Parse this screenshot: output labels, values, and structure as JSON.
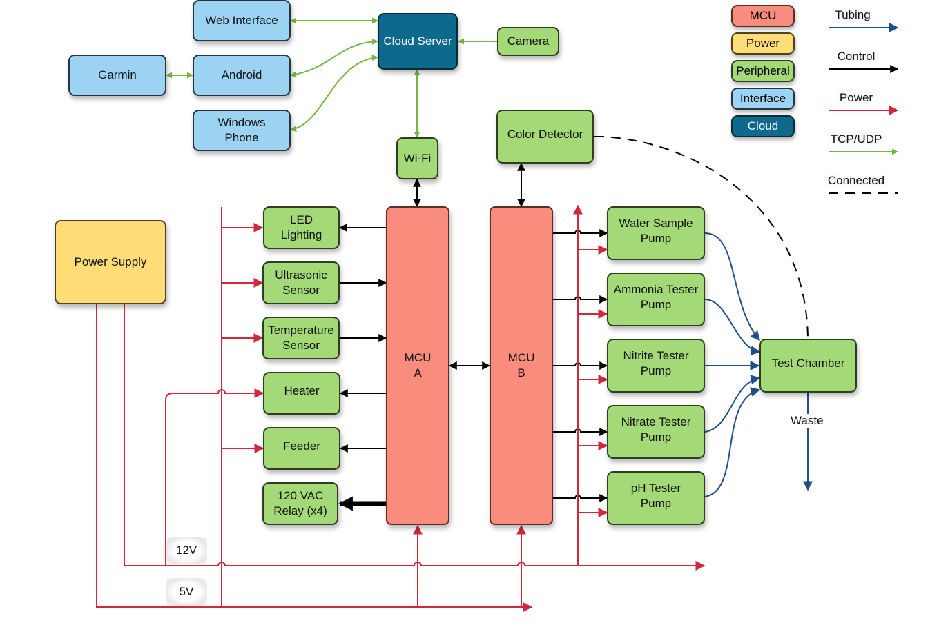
{
  "diagram": {
    "interfaces": {
      "web_interface": "Web Interface",
      "garmin": "Garmin",
      "android": "Android",
      "windows_phone": "Windows\nPhone"
    },
    "cloud": {
      "cloud_server": "Cloud Server"
    },
    "peripherals": {
      "camera": "Camera",
      "wifi": "Wi-Fi",
      "color_detector": "Color Detector",
      "led_lighting": "LED\nLighting",
      "ultrasonic_sensor": "Ultrasonic\nSensor",
      "temperature_sensor": "Temperature\nSensor",
      "heater": "Heater",
      "feeder": "Feeder",
      "relay": "120 VAC\nRelay (x4)",
      "water_sample_pump": "Water Sample\nPump",
      "ammonia_tester_pump": "Ammonia Tester\nPump",
      "nitrite_tester_pump": "Nitrite Tester\nPump",
      "nitrate_tester_pump": "Nitrate Tester\nPump",
      "ph_tester_pump": "pH Tester\nPump",
      "test_chamber": "Test Chamber"
    },
    "mcus": {
      "mcu_a": "MCU\nA",
      "mcu_b": "MCU\nB"
    },
    "power": {
      "power_supply": "Power Supply",
      "rail_12v": "12V",
      "rail_5v": "5V"
    },
    "labels": {
      "waste": "Waste"
    }
  },
  "legend": {
    "node_types": [
      {
        "label": "MCU",
        "color": "#fa8c7d"
      },
      {
        "label": "Power",
        "color": "#fedc76"
      },
      {
        "label": "Peripheral",
        "color": "#a3d977"
      },
      {
        "label": "Interface",
        "color": "#9dd3f2"
      },
      {
        "label": "Cloud",
        "color": "#0d6a8c"
      }
    ],
    "connection_types": [
      {
        "label": "Tubing",
        "color": "#1f4e8c",
        "style": "solid"
      },
      {
        "label": "Control",
        "color": "#000000",
        "style": "solid"
      },
      {
        "label": "Power",
        "color": "#d0283c",
        "style": "solid"
      },
      {
        "label": "TCP/UDP",
        "color": "#72b843",
        "style": "solid"
      },
      {
        "label": "Connected",
        "color": "#000000",
        "style": "dashed"
      }
    ]
  },
  "colors": {
    "tubing": "#1f4e8c",
    "control": "#000000",
    "power": "#d0283c",
    "tcp": "#72b843"
  }
}
